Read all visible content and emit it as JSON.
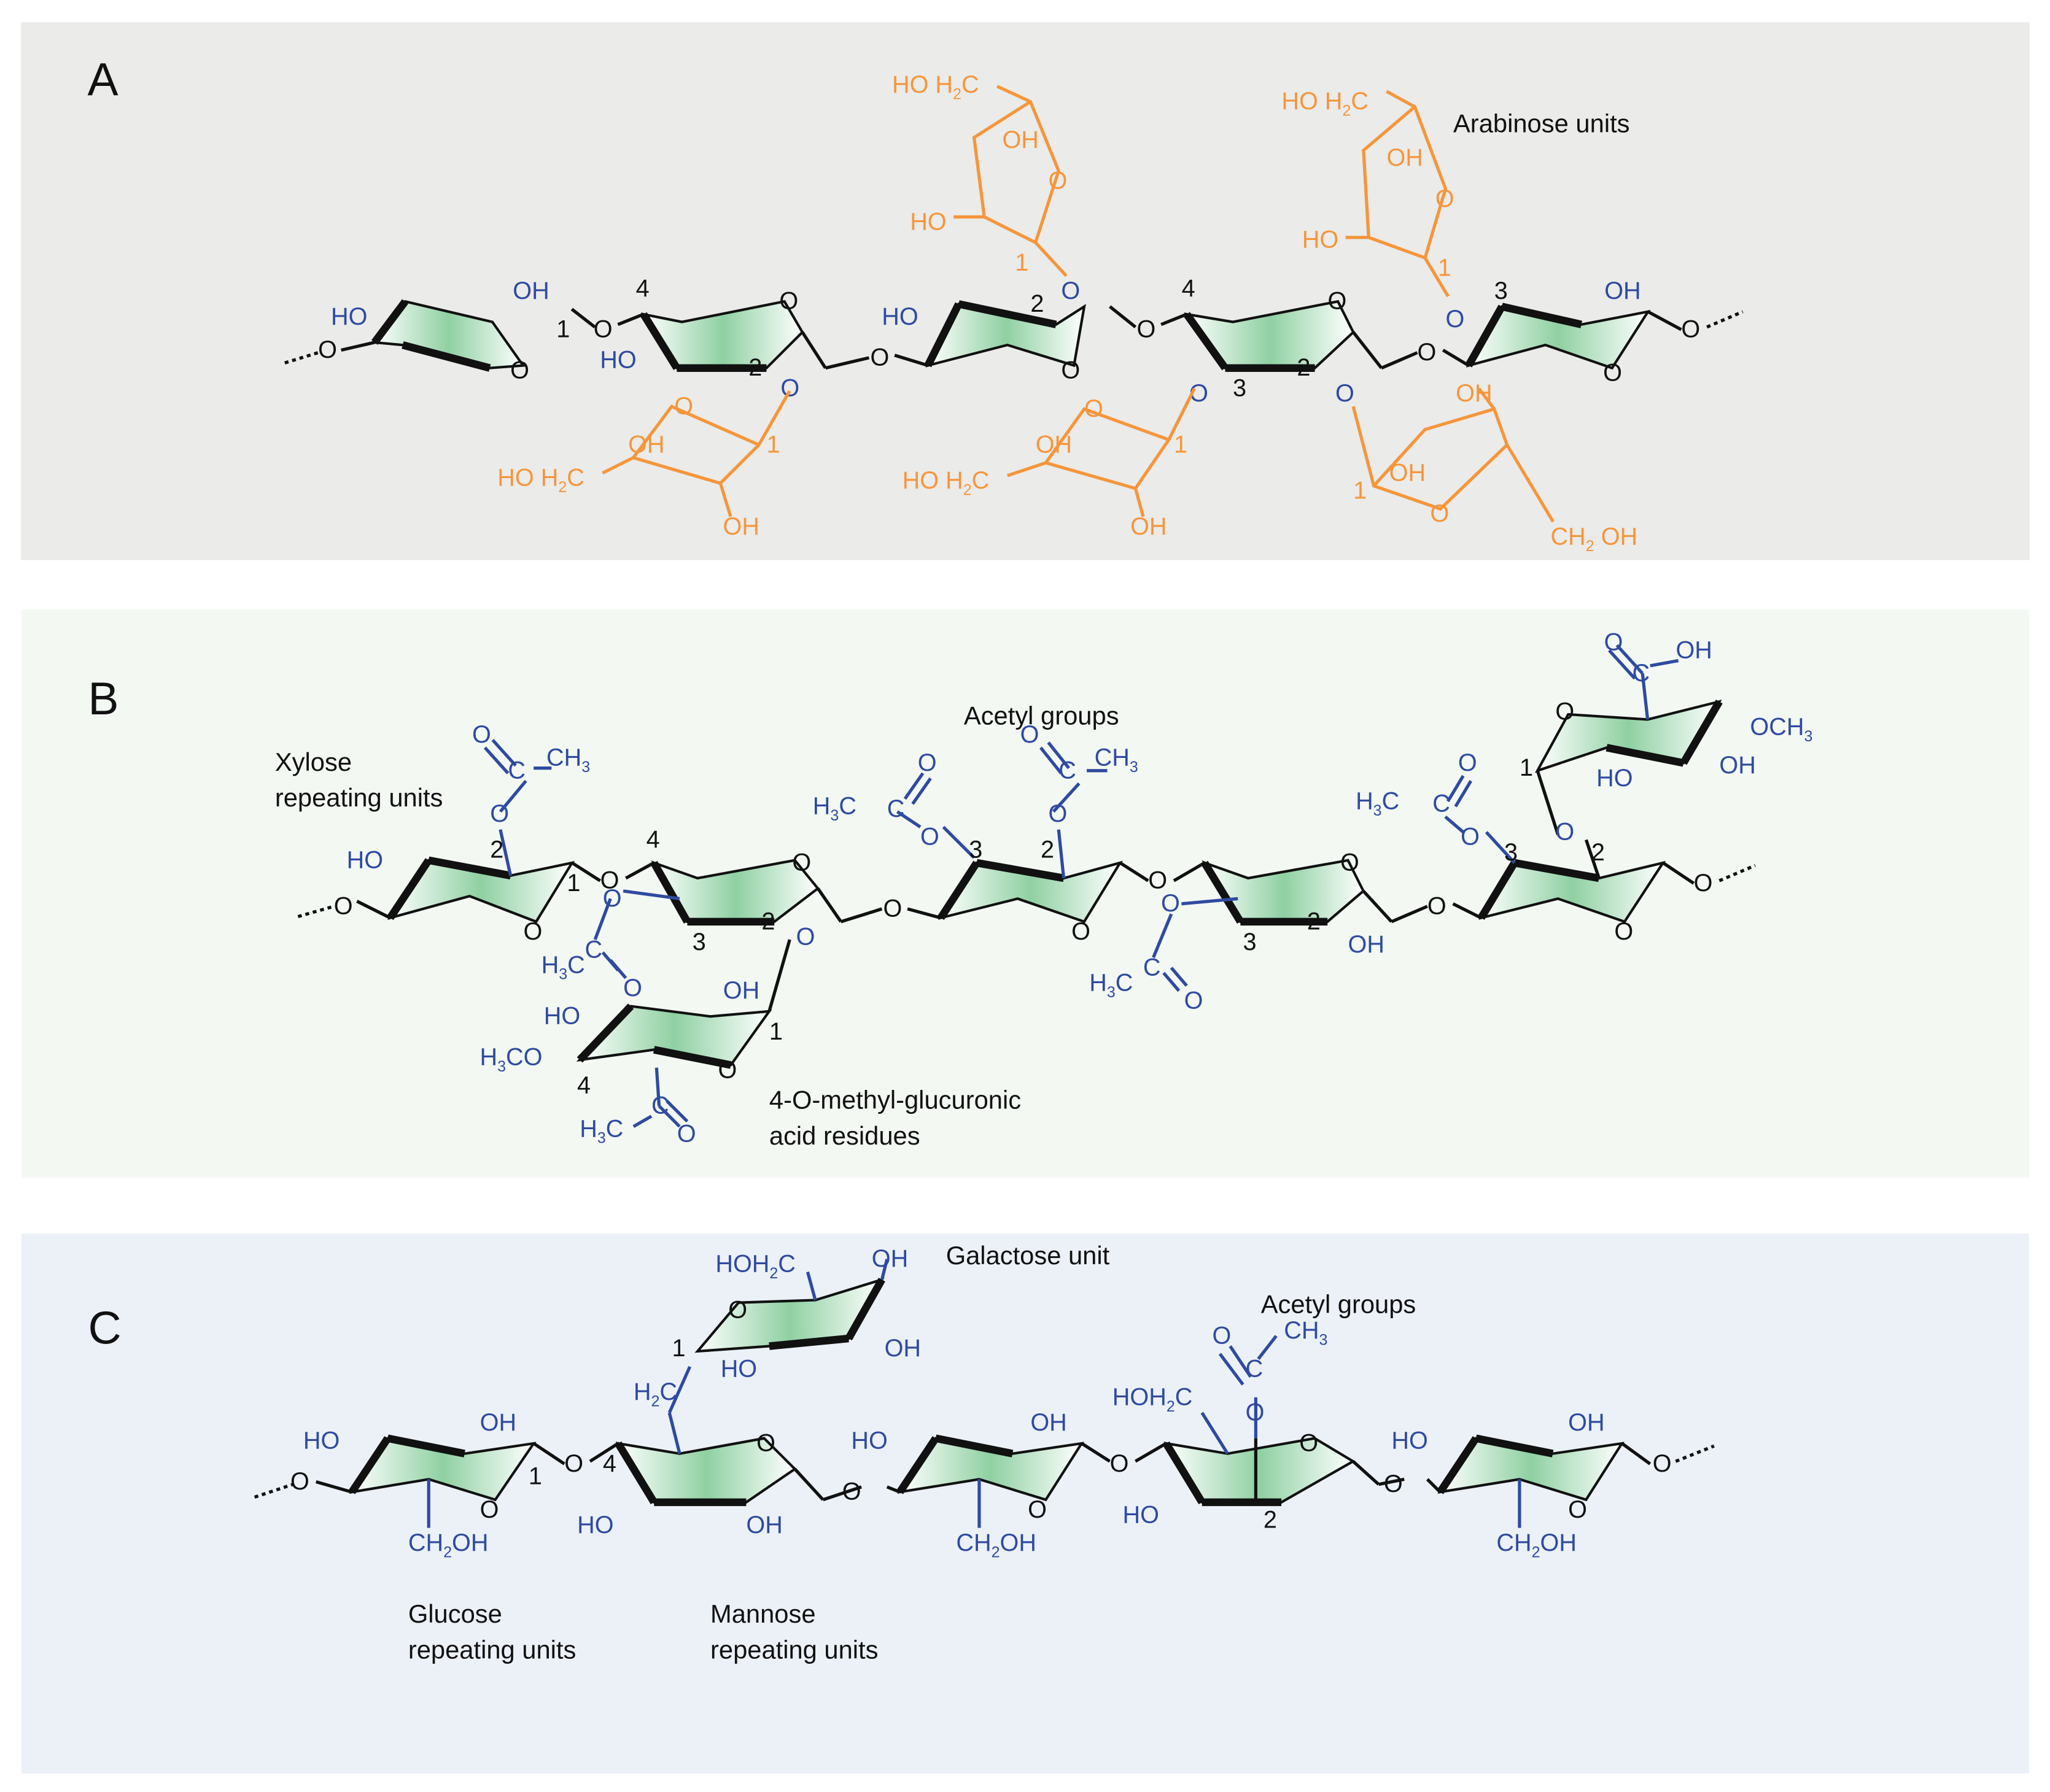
{
  "colors": {
    "panel_a_bg": "#ebebe9",
    "panel_b_bg": "#f3f8f3",
    "panel_c_bg": "#ecf1f8",
    "bond": "#111111",
    "heteroatom_blue": "#2f4aa0",
    "arabinose_orange": "#f5963c",
    "ring_fill_green": "#9ad3aa"
  },
  "panels": {
    "a": {
      "letter": "A",
      "labels": {
        "arabinose": "Arabinose units"
      },
      "atoms": {
        "HO": "HO",
        "OH": "OH",
        "O": "O",
        "HOH2C_pre": "HO H",
        "sub2": "2",
        "C": "C",
        "CH2": "CH",
        "OH_sp": " OH"
      },
      "locants": {
        "n1": "1",
        "n2": "2",
        "n3": "3",
        "n4": "4"
      }
    },
    "b": {
      "letter": "B",
      "labels": {
        "xylose_l1": "Xylose",
        "xylose_l2": "repeating units",
        "acetyl": "Acetyl groups",
        "mega_l1": "4-O-methyl-glucuronic",
        "mega_l2": "acid residues"
      },
      "atoms": {
        "HO": "HO",
        "OH": "OH",
        "O": "O",
        "C": "C",
        "CH": "CH",
        "H": "H",
        "sub3": "3",
        "OCH": "OCH",
        "CO": "CO"
      },
      "locants": {
        "n1": "1",
        "n2": "2",
        "n3": "3",
        "n4": "4"
      }
    },
    "c": {
      "letter": "C",
      "labels": {
        "galactose": "Galactose unit",
        "acetyl": "Acetyl groups",
        "glucose_l1": "Glucose",
        "glucose_l2": "repeating units",
        "mannose_l1": "Mannose",
        "mannose_l2": "repeating units"
      },
      "atoms": {
        "HO": "HO",
        "OH": "OH",
        "O": "O",
        "C": "C",
        "CH": "CH",
        "H": "H",
        "sub2": "2",
        "sub3": "3",
        "HOH": "HOH",
        "OH_tail": "OH"
      },
      "locants": {
        "n1": "1",
        "n2": "2",
        "n4": "4"
      }
    }
  }
}
